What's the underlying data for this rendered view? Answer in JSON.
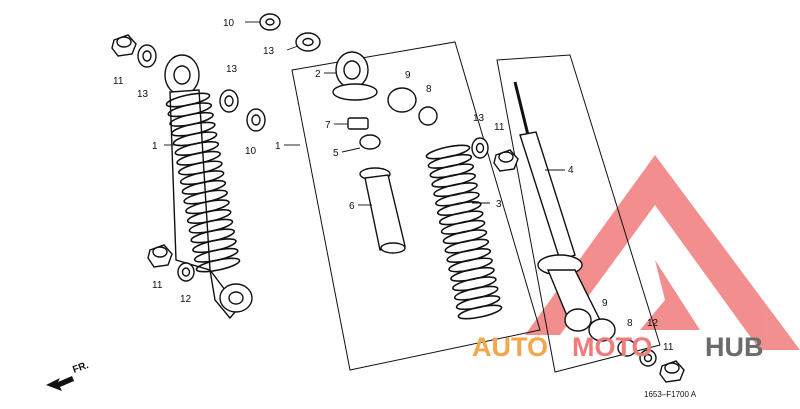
{
  "diagram": {
    "callouts": {
      "c1a": "1",
      "c1b": "1",
      "c2": "2",
      "c3": "3",
      "c4": "4",
      "c5": "5",
      "c6": "6",
      "c7": "7",
      "c8a": "8",
      "c8b": "8",
      "c9a": "9",
      "c9b": "9",
      "c10a": "10",
      "c10b": "10",
      "c11a": "11",
      "c11b": "11",
      "c11c": "11",
      "c11d": "11",
      "c12a": "12",
      "c12b": "12",
      "c13a": "13",
      "c13b": "13",
      "c13c": "13",
      "c13d": "13"
    },
    "front_marker": "FR.",
    "ref_code": "1653–F1700 A"
  },
  "watermark": {
    "word_a": "AUTO",
    "word_b": "MOTO",
    "word_c": "HUB",
    "colors": {
      "orange": "#f3a64a",
      "red": "#f07b7b",
      "grey": "#6b6b6b"
    }
  }
}
